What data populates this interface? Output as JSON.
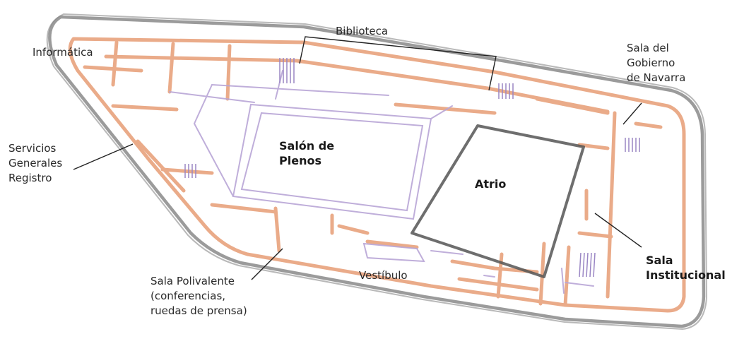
{
  "labels": {
    "informatica": "Informática",
    "biblioteca": "Biblioteca",
    "sala_gobierno": [
      "Sala del",
      "Gobierno",
      "de Navarra"
    ],
    "servicios": [
      "Servicios",
      "Generales",
      "Registro"
    ],
    "salon_plenos": [
      "Salón de",
      "Plenos"
    ],
    "atrio": "Atrio",
    "sala_institucional": [
      "Sala",
      "Institucional"
    ],
    "sala_polivalente": [
      "Sala Polivalente",
      "(conferencias,",
      "ruedas de prensa)"
    ],
    "vestibulo": "Vestíbulo"
  },
  "colors": {
    "outline": "#7a7a7a",
    "walls": "#e8a27d",
    "interior_lines": "#b9a6d6",
    "atrio_outline": "#555555",
    "leader_lines": "#222222",
    "text": "#2a2a2a"
  }
}
